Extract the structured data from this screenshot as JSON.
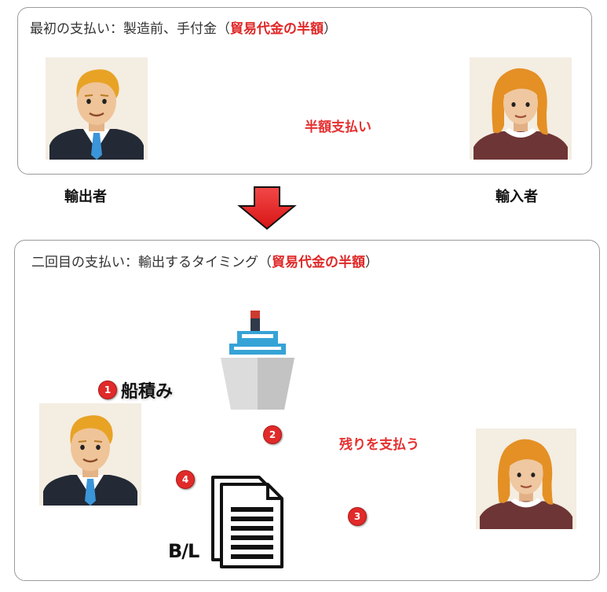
{
  "panel1": {
    "title_prefix": "最初の支払い：製造前、手付金（",
    "title_highlight": "貿易代金の半額",
    "title_suffix": "）",
    "arrow_label": "半額支払い"
  },
  "labels": {
    "exporter": "輸出者",
    "importer": "輸入者"
  },
  "panel2": {
    "title_prefix": "二回目の支払い：輸出するタイミング（",
    "title_highlight": "貿易代金の半額",
    "title_suffix": "）",
    "step1_label": "船積み",
    "payment_label": "残りを支払う",
    "document_label": "B/L",
    "steps": [
      "1",
      "2",
      "3",
      "4"
    ]
  },
  "colors": {
    "accent_red": "#e53030",
    "arrow_gray": "#7a7a7a",
    "border": "#9a9a9a"
  }
}
